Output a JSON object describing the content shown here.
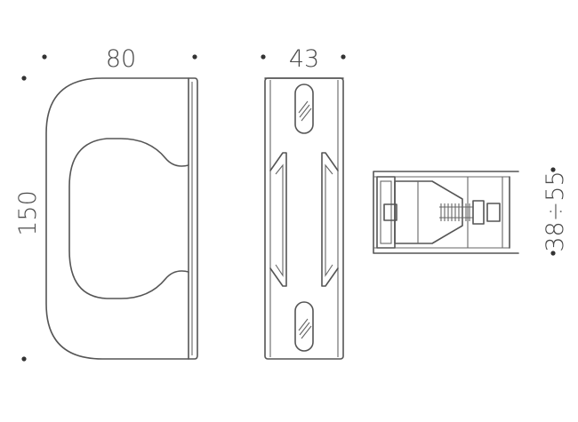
{
  "dimensions": {
    "front_width": "80",
    "side_width": "43",
    "height": "150",
    "range": "38÷55"
  },
  "colors": {
    "line": "#555555",
    "text": "#4a4a4a",
    "background": "#ffffff"
  }
}
